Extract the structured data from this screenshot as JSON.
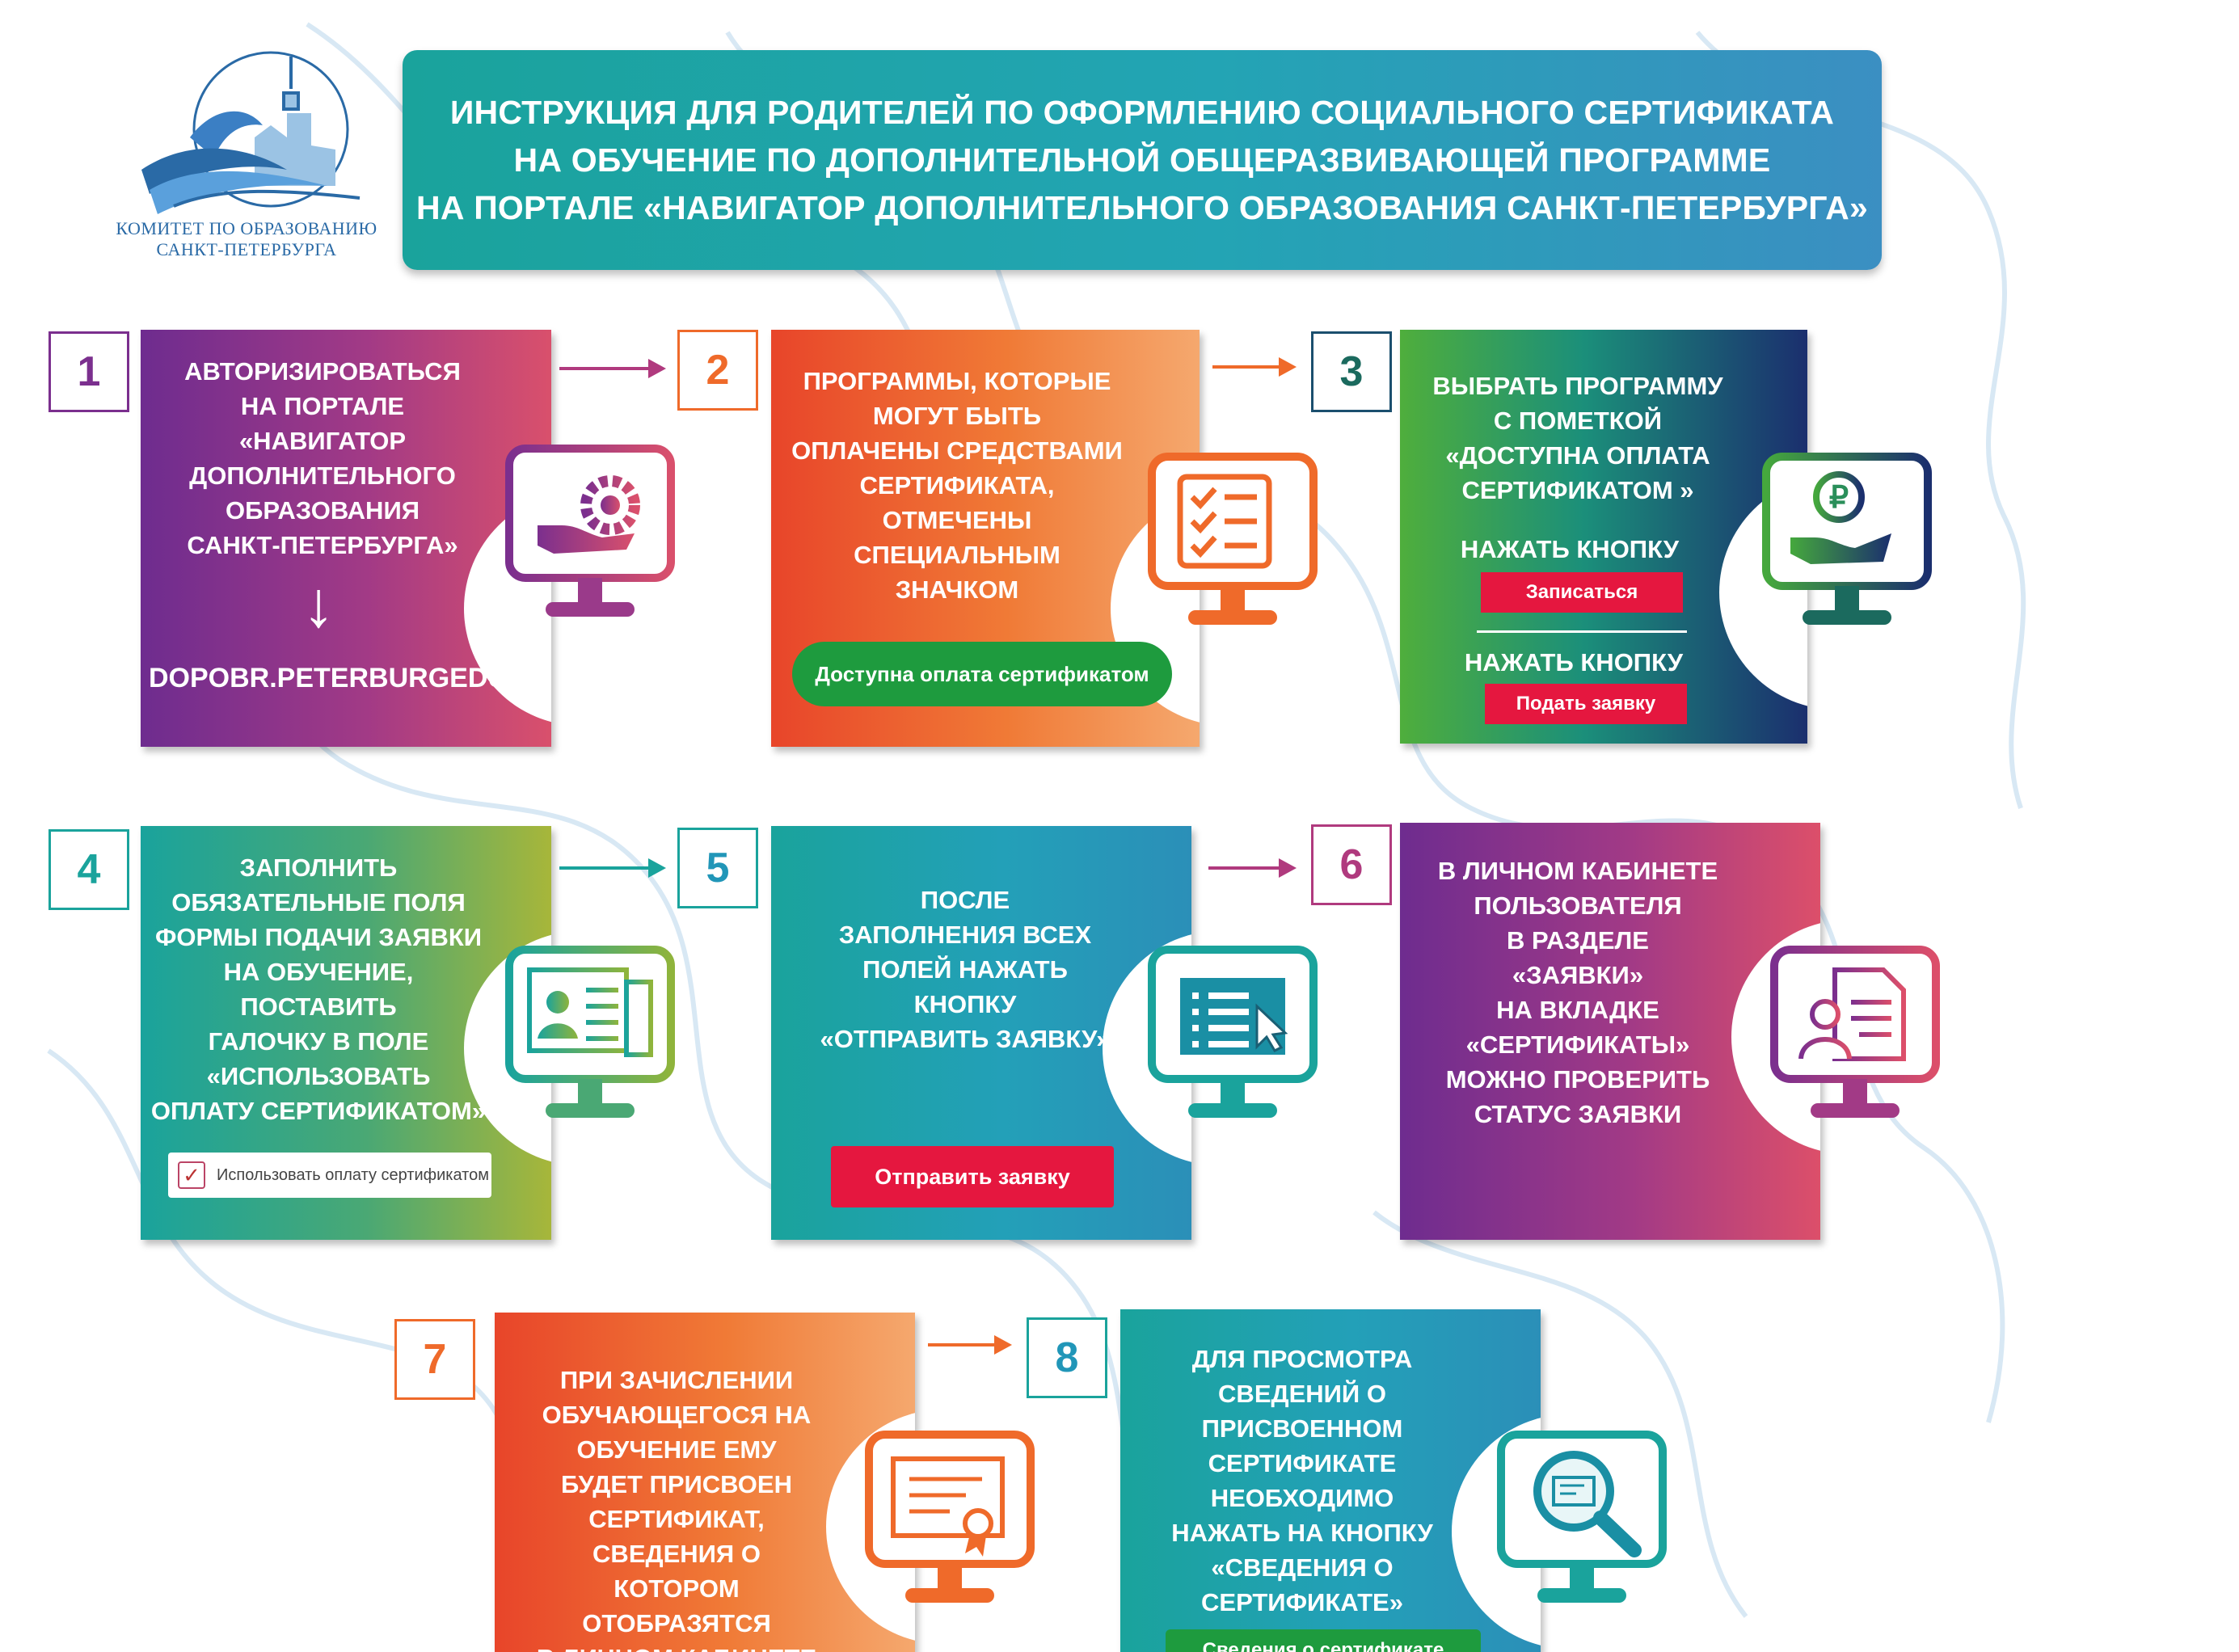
{
  "logo": {
    "line1": "КОМИТЕТ ПО ОБРАЗОВАНИЮ",
    "line2": "САНКТ-ПЕТЕРБУРГА"
  },
  "title": {
    "line1": "ИНСТРУКЦИЯ ДЛЯ РОДИТЕЛЕЙ ПО ОФОРМЛЕНИЮ СОЦИАЛЬНОГО СЕРТИФИКАТА",
    "line2": "НА ОБУЧЕНИЕ ПО ДОПОЛНИТЕЛЬНОЙ ОБЩЕРАЗВИВАЮЩЕЙ ПРОГРАММЕ",
    "line3": "НА ПОРТАЛЕ «НАВИГАТОР ДОПОЛНИТЕЛЬНОГО ОБРАЗОВАНИЯ САНКТ-ПЕТЕРБУРГА»"
  },
  "steps": [
    {
      "num": "1",
      "lines": [
        "АВТОРИЗИРОВАТЬСЯ",
        "НА ПОРТАЛЕ",
        "«НАВИГАТОР",
        "ДОПОЛНИТЕЛЬНОГО",
        "ОБРАЗОВАНИЯ",
        "САНКТ-ПЕТЕРБУРГА»"
      ],
      "arrow_glyph": "↓",
      "url": "DOPOBR.PETERBURGEDU.RU",
      "icon": "hand-gear-icon"
    },
    {
      "num": "2",
      "lines": [
        "ПРОГРАММЫ, КОТОРЫЕ",
        "МОГУТ БЫТЬ",
        "ОПЛАЧЕНЫ СРЕДСТВАМИ",
        "СЕРТИФИКАТА,",
        "ОТМЕЧЕНЫ",
        "СПЕЦИАЛЬНЫМ",
        "ЗНАЧКОМ"
      ],
      "badge": "Доступна оплата сертификатом",
      "icon": "checklist-icon"
    },
    {
      "num": "3",
      "lines": [
        "ВЫБРАТЬ ПРОГРАММУ",
        "С ПОМЕТКОЙ",
        "«ДОСТУПНА ОПЛАТА",
        "СЕРТИФИКАТОМ »"
      ],
      "press1": "НАЖАТЬ КНОПКУ",
      "button1": "Записаться",
      "press2": "НАЖАТЬ КНОПКУ",
      "button2": "Подать заявку",
      "icon": "ruble-hand-icon"
    },
    {
      "num": "4",
      "lines": [
        "ЗАПОЛНИТЬ",
        "ОБЯЗАТЕЛЬНЫЕ  ПОЛЯ",
        "ФОРМЫ ПОДАЧИ ЗАЯВКИ",
        "НА ОБУЧЕНИЕ,",
        "ПОСТАВИТЬ",
        "ГАЛОЧКУ В ПОЛЕ",
        "«ИСПОЛЬЗОВАТЬ",
        "ОПЛАТУ СЕРТИФИКАТОМ»"
      ],
      "checkbox_label": "Использовать оплату сертификатом",
      "icon": "form-profile-icon"
    },
    {
      "num": "5",
      "lines": [
        "ПОСЛЕ",
        "ЗАПОЛНЕНИЯ ВСЕХ",
        "ПОЛЕЙ НАЖАТЬ",
        "КНОПКУ",
        "«ОТПРАВИТЬ ЗАЯВКУ»"
      ],
      "button": "Отправить  заявку",
      "icon": "form-cursor-icon"
    },
    {
      "num": "6",
      "lines": [
        "В ЛИЧНОМ КАБИНЕТЕ",
        "ПОЛЬЗОВАТЕЛЯ",
        "В РАЗДЕЛЕ",
        "«ЗАЯВКИ»",
        "НА ВКЛАДКЕ",
        "«СЕРТИФИКАТЫ»",
        "МОЖНО ПРОВЕРИТЬ",
        "СТАТУС ЗАЯВКИ"
      ],
      "icon": "user-document-icon"
    },
    {
      "num": "7",
      "lines": [
        "ПРИ ЗАЧИСЛЕНИИ",
        "ОБУЧАЮЩЕГОСЯ НА",
        "ОБУЧЕНИЕ ЕМУ",
        "БУДЕТ  ПРИСВОЕН",
        "СЕРТИФИКАТ,",
        "СВЕДЕНИЯ О",
        "КОТОРОМ",
        "ОТОБРАЗЯТСЯ",
        "В ЛИЧНОМ КАБИНЕТЕ"
      ],
      "icon": "certificate-icon"
    },
    {
      "num": "8",
      "lines": [
        "ДЛЯ ПРОСМОТРА",
        "СВЕДЕНИЙ О",
        "ПРИСВОЕННОМ",
        "СЕРТИФИКАТЕ",
        "НЕОБХОДИМО",
        "НАЖАТЬ НА КНОПКУ",
        "«СВЕДЕНИЯ О",
        "СЕРТИФИКАТЕ»"
      ],
      "button": "Сведения о сертификате",
      "icon": "magnifier-certificate-icon"
    }
  ],
  "colors": {
    "purple": "#7b2f8e",
    "pink": "#dc4f6a",
    "orange": "#ef6a2a",
    "teal": "#1aa39c",
    "green": "#45a83d",
    "navy": "#1b2f6e",
    "red": "#e5173f",
    "badge_green": "#1e9b3e"
  }
}
